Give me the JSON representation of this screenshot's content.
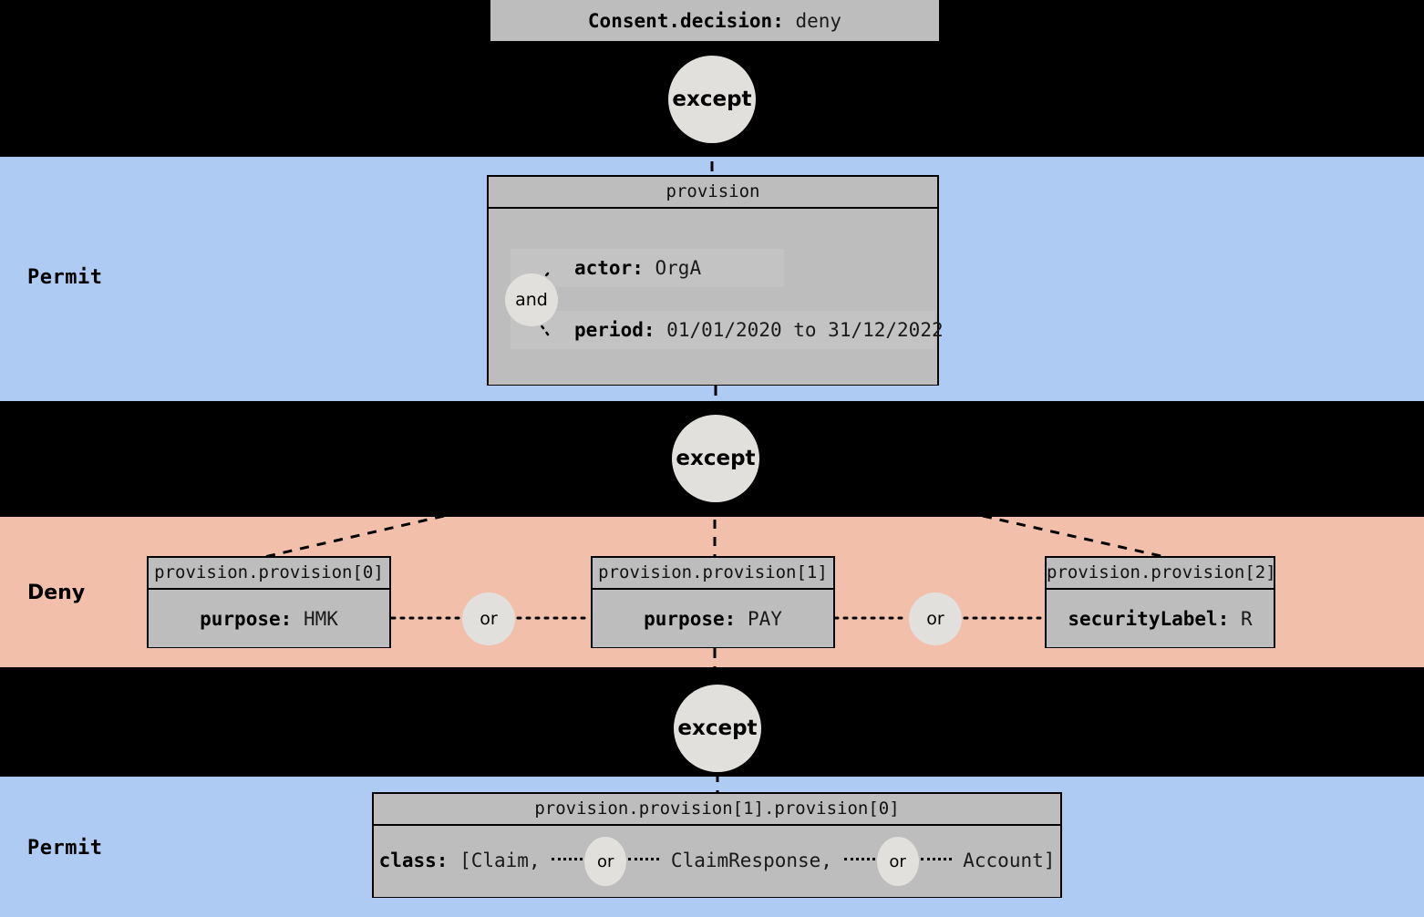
{
  "diagram": {
    "title_node": {
      "key": "Consent.decision:",
      "value": "deny"
    },
    "bands": [
      {
        "label": "Permit",
        "decision": "permit",
        "color": "#aecbf4"
      },
      {
        "label": "Deny",
        "decision": "deny",
        "color": "#f2c0aa"
      },
      {
        "label": "Permit",
        "decision": "permit",
        "color": "#aecbf4"
      }
    ],
    "operators": {
      "except": "except",
      "and": "and",
      "or": "or"
    },
    "provision_root": {
      "header": "provision",
      "attributes": [
        {
          "key": "actor:",
          "value": "OrgA"
        },
        {
          "key": "period:",
          "value": "01/01/2020 to 31/12/2022"
        }
      ],
      "combinator": "and"
    },
    "deny_provisions": [
      {
        "header": "provision.provision[0]",
        "key": "purpose:",
        "value": "HMK"
      },
      {
        "header": "provision.provision[1]",
        "key": "purpose:",
        "value": "PAY"
      },
      {
        "header": "provision.provision[2]",
        "key": "securityLabel:",
        "value": "R"
      }
    ],
    "deny_combinators": [
      "or",
      "or"
    ],
    "nested_provision": {
      "header": "provision.provision[1].provision[0]",
      "key": "class:",
      "open_bracket": "[Claim,",
      "middle": "ClaimResponse,",
      "close": "Account]",
      "combinators": [
        "or",
        "or"
      ]
    }
  },
  "colors": {
    "permit_band": "#aecbf4",
    "deny_band": "#f2c0aa",
    "node_fill": "#bdbdbd",
    "operator_fill": "#e2e0dd",
    "background": "#000000",
    "stroke": "#000000"
  }
}
